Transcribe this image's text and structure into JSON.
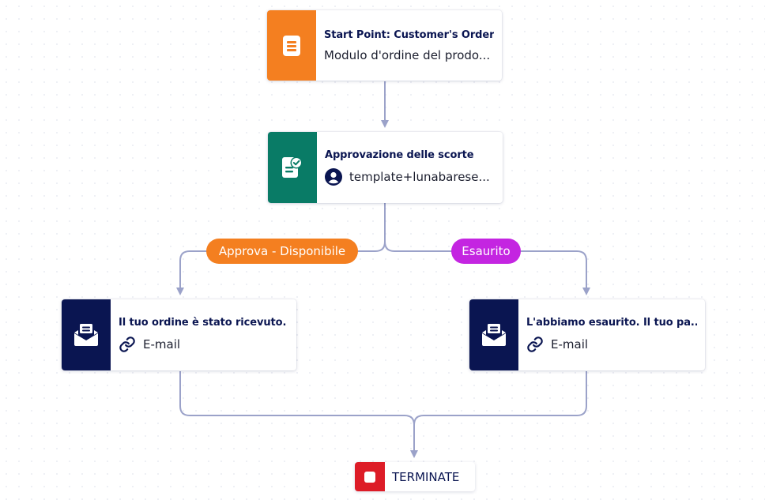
{
  "colors": {
    "connector": "#9ba2c9",
    "start_tile": "#f47f20",
    "approval_tile": "#097b66",
    "email_tile": "#0a1551",
    "approve_label": "#f47f20",
    "soldout_label": "#c425e1",
    "terminate_tile": "#dd1c27"
  },
  "start": {
    "title": "Start Point: Customer's Order",
    "subtitle": "Modulo d'ordine del prodo...",
    "icon": "form-document-icon"
  },
  "approval": {
    "title": "Approvazione delle scorte",
    "assignee": "template+lunabarese...",
    "icon": "approval-check-icon",
    "assignee_icon": "user-avatar-icon"
  },
  "branches": {
    "approve_label": "Approva - Disponibile",
    "soldout_label": "Esaurito"
  },
  "email_left": {
    "title": "Il tuo ordine è stato ricevuto.",
    "type": "E-mail",
    "icon": "email-envelope-icon",
    "type_icon": "link-icon"
  },
  "email_right": {
    "title": "L'abbiamo esaurito. Il tuo pa...",
    "type": "E-mail",
    "icon": "email-envelope-icon",
    "type_icon": "link-icon"
  },
  "terminate": {
    "label": "TERMINATE",
    "icon": "stop-square-icon"
  }
}
